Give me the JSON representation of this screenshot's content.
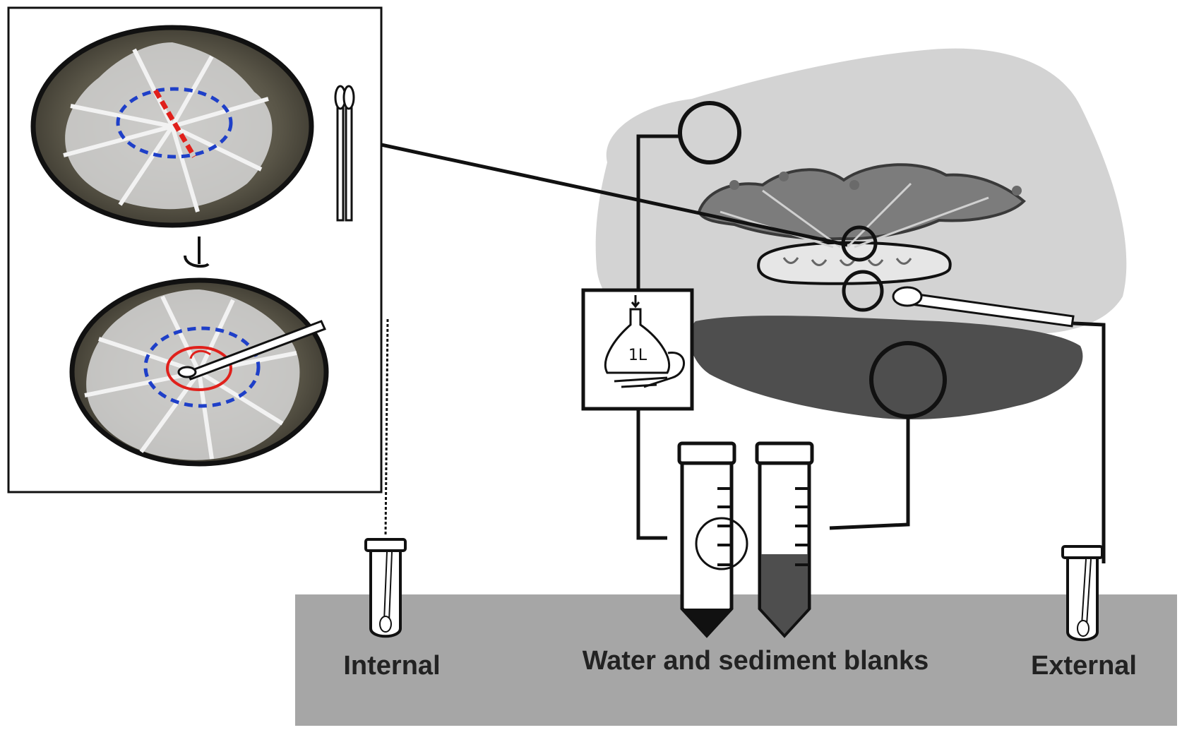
{
  "labels": {
    "internal": "Internal",
    "water_sediment_blanks": "Water and sediment blanks",
    "external": "External",
    "bottle_volume": "1L"
  },
  "colors": {
    "base_band": "#a6a6a6",
    "habitat_cloud": "#d3d3d3",
    "sediment": "#4e4e4e",
    "sponge_body": "#d8d8d8",
    "sponge_dark": "#3e3a32",
    "dashed_region": "#1e3fc8",
    "cut_line": "#e0201b",
    "outline": "#111111",
    "text": "#222222"
  },
  "icons": [
    "sponge-closeup-icon",
    "swab-icon",
    "bottle-icon",
    "sample-tube-icon",
    "seaweed-icon",
    "coral-icon"
  ]
}
